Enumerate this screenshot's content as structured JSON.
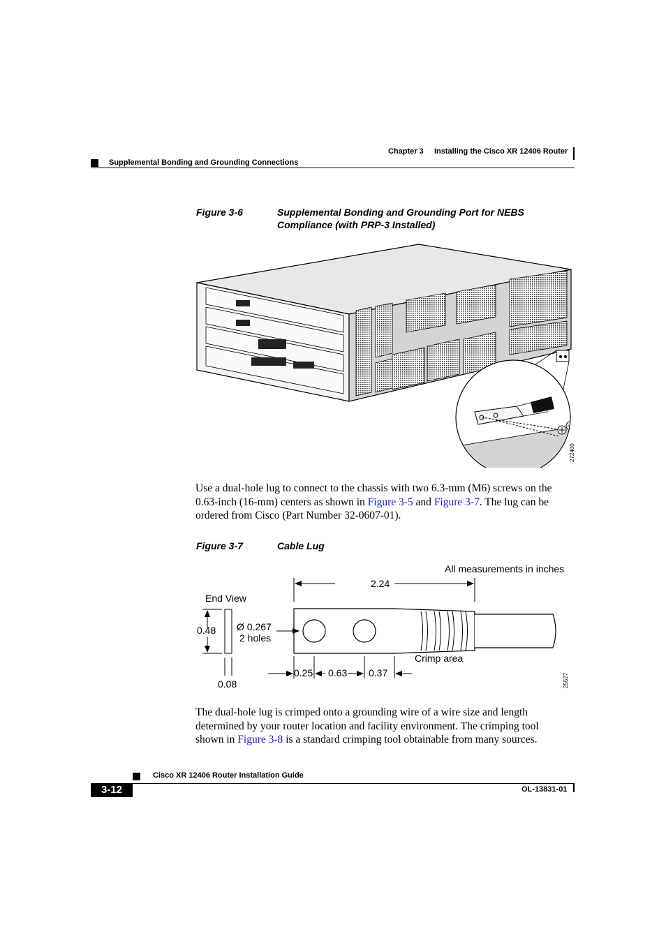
{
  "header": {
    "chapter": "Chapter 3",
    "chapter_title": "Installing the Cisco XR 12406 Router",
    "section": "Supplemental Bonding and Grounding Connections"
  },
  "figure6": {
    "number": "Figure 3-6",
    "title_line1": "Supplemental Bonding and Grounding Port for NEBS",
    "title_line2": "Compliance (with PRP-3 Installed)",
    "art_id": "272400"
  },
  "paragraph1": {
    "line1": "Use a dual-hole lug to connect to the chassis with two 6.3-mm (M6) screws on the",
    "line2_pre": "0.63-inch (16-mm) centers as shown in ",
    "link1": "Figure 3-5",
    "line2_mid": " and ",
    "link2": "Figure 3-7",
    "line2_post": ". The lug can be",
    "line3": "ordered from Cisco (Part Number 32-0607-01)."
  },
  "figure7": {
    "number": "Figure 3-7",
    "title": "Cable Lug",
    "art_id": "25527",
    "labels": {
      "measurements_note": "All measurements in inches",
      "length": "2.24",
      "end_view": "End View",
      "height": "0.48",
      "hole_dia": "Ø 0.267",
      "holes": "2 holes",
      "crimp": "Crimp area",
      "dim1": "0.25",
      "dim2": "0.63",
      "dim3": "0.37",
      "thickness": "0.08"
    }
  },
  "paragraph2": {
    "line1": "The dual-hole lug is crimped onto a grounding wire of a wire size and length",
    "line2": "determined by your router location and facility environment. The crimping tool",
    "line3_pre": "shown in ",
    "link": "Figure 3-8",
    "line3_post": " is a standard crimping tool obtainable from many sources."
  },
  "footer": {
    "guide_title": "Cisco XR 12406 Router Installation Guide",
    "page_number": "3-12",
    "doc_number": "OL-13831-01"
  }
}
